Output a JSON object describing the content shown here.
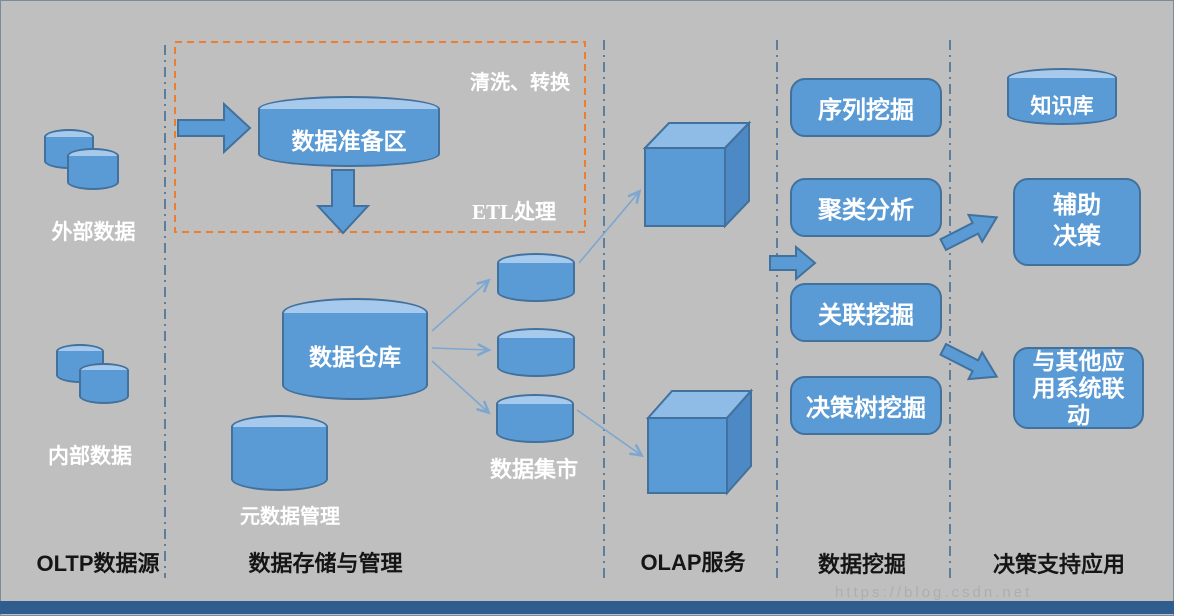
{
  "zones": {
    "oltp": "OLTP数据源",
    "storage": "数据存储与管理",
    "olap": "OLAP服务",
    "mining": "数据挖掘",
    "decision": "决策支持应用"
  },
  "sources": {
    "external": "外部数据",
    "internal": "内部数据"
  },
  "etl": {
    "note": "清洗、转换",
    "process": "ETL处理",
    "staging": "数据准备区"
  },
  "storage": {
    "warehouse": "数据仓库",
    "metadata": "元数据管理",
    "marts": "数据集市"
  },
  "mining": {
    "boxes": [
      "序列挖掘",
      "聚类分析",
      "关联挖掘",
      "决策树挖掘"
    ]
  },
  "decision": {
    "knowledge_base": "知识库",
    "assist": "辅助\n决策",
    "other": "与其他应用系统联动"
  },
  "watermark": "https://blog.csdn.net",
  "colors": {
    "background": "#bfbfbf",
    "shape_fill": "#5b9bd5",
    "shape_top_fill": "#a6c9ec",
    "cube_top_fill": "#8fbce6",
    "cube_side_fill": "#4d89c4",
    "shape_stroke": "#41719c",
    "divider": "#5f7d9c",
    "etl_frame": "#ed7d31",
    "connector": "#7da7d0",
    "bottom_bar": "#2f5e8e",
    "text_light": "#ffffff",
    "text_dark": "#151515"
  }
}
